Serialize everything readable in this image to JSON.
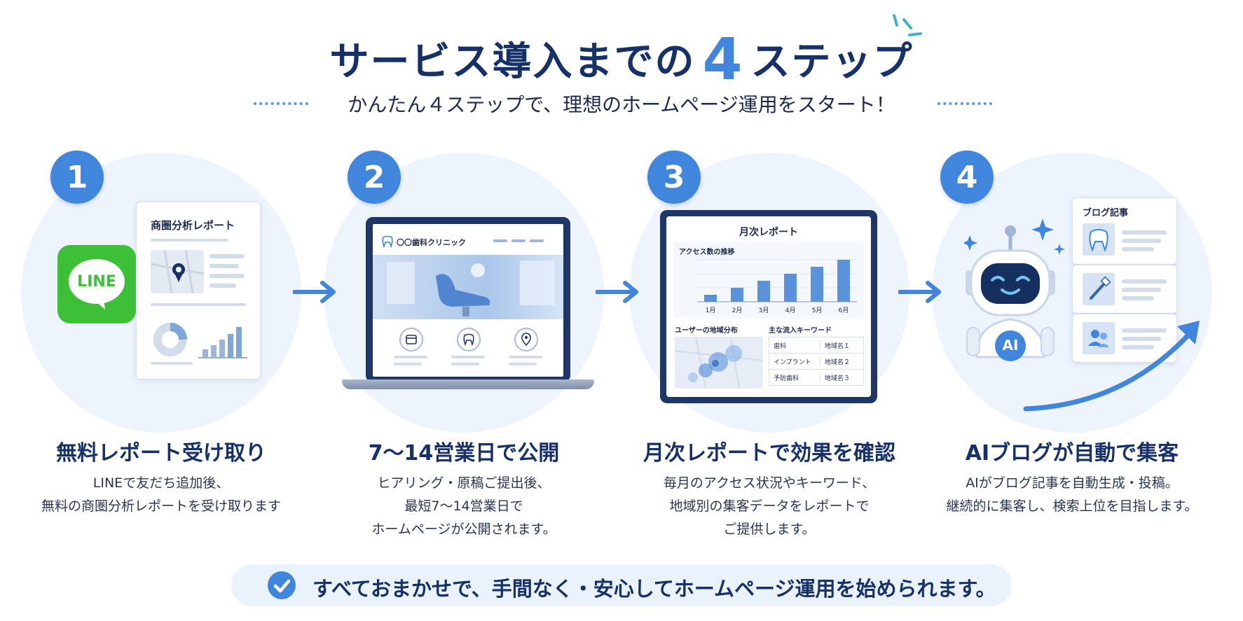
{
  "header": {
    "title_before": "サービス導入までの",
    "title_number": "4",
    "title_after": "ステップ",
    "subtitle": "かんたん４ステップで、理想のホームページ運用をスタート！"
  },
  "steps": [
    {
      "number": "1",
      "title": "無料レポート受け取り",
      "desc_lines": [
        "LINEで友だち追加後、",
        "無料の商圏分析レポートを受け取ります"
      ],
      "illustration": {
        "line_logo_text": "LINE",
        "report_title": "商圏分析レポート"
      }
    },
    {
      "number": "2",
      "title": "7〜14営業日で公開",
      "desc_lines": [
        "ヒアリング・原稿ご提出後、",
        "最短7〜14営業日で",
        "ホームページが公開されます。"
      ],
      "illustration": {
        "site_name": "〇〇歯科クリニック"
      }
    },
    {
      "number": "3",
      "title": "月次レポートで効果を確認",
      "desc_lines": [
        "毎月のアクセス状況やキーワード、",
        "地域別の集客データをレポートで",
        "ご提供します。"
      ],
      "illustration": {
        "report_title": "月次レポート",
        "chart_title": "アクセス数の推移",
        "months": [
          "1月",
          "2月",
          "3月",
          "4月",
          "5月",
          "6月"
        ],
        "map_title": "ユーザーの地域分布",
        "keywords_title": "主な流入キーワード",
        "keywords": [
          {
            "keyword": "歯科",
            "region": "地域名１"
          },
          {
            "keyword": "インプラント",
            "region": "地域名２"
          },
          {
            "keyword": "予防歯科",
            "region": "地域名３"
          }
        ]
      }
    },
    {
      "number": "4",
      "title": "AIブログが自動で集客",
      "desc_lines": [
        "AIがブログ記事を自動生成・投稿。",
        "継続的に集客し、検索上位を目指します。"
      ],
      "illustration": {
        "robot_label": "AI",
        "blog_title": "ブログ記事"
      }
    }
  ],
  "chart_data": {
    "type": "bar",
    "title": "アクセス数の推移",
    "categories": [
      "1月",
      "2月",
      "3月",
      "4月",
      "5月",
      "6月"
    ],
    "values": [
      1,
      2,
      3,
      4,
      5,
      6
    ]
  },
  "footer": {
    "text": "すべておまかせで、手間なく・安心してホームページ運用を始められます。"
  },
  "colors": {
    "accent": "#3f86dc",
    "navy": "#16306a",
    "circle_bg": "#eef4fc",
    "line_green": "#3dc038"
  }
}
